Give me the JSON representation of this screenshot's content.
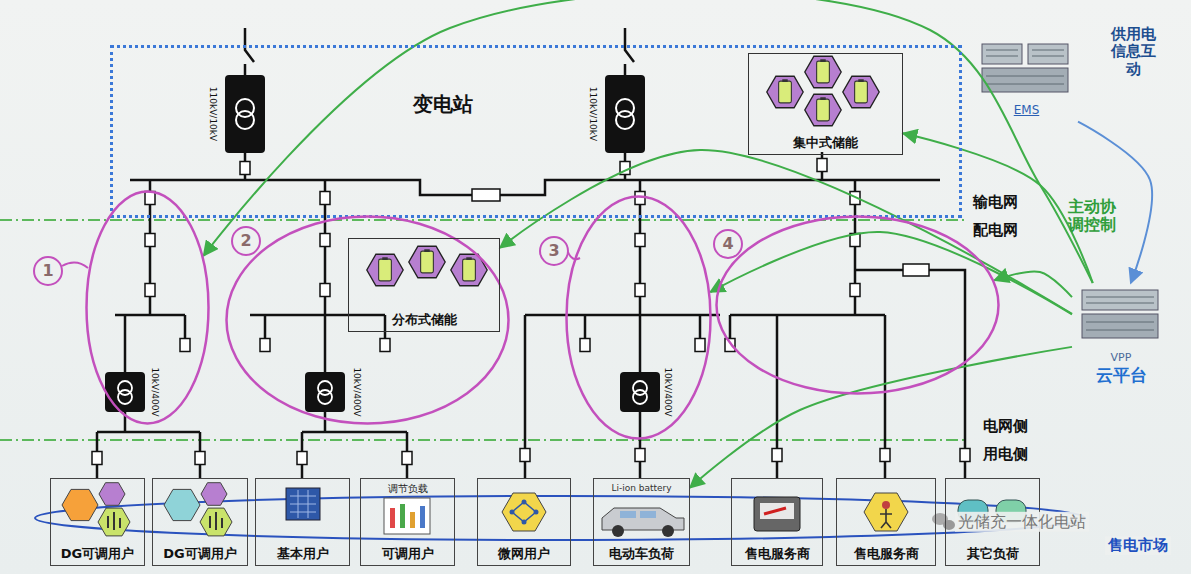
{
  "diagram": {
    "nodes": [
      {
        "text": [
          "变电站"
        ]
      },
      {
        "text": [
          "集中式储能"
        ],
        "in": 0
      },
      {
        "text": [
          "EMS"
        ]
      },
      {
        "text": [
          "1"
        ]
      },
      {
        "text": [
          "2"
        ]
      },
      {
        "text": [
          "分布式储能"
        ]
      },
      {
        "text": [
          "3"
        ]
      },
      {
        "text": [
          "4"
        ]
      },
      {
        "text": [
          "VPP",
          "云平台"
        ]
      },
      {
        "text": [
          "DG可调用户"
        ]
      },
      {
        "text": [
          "DG可调用户"
        ]
      },
      {
        "text": [
          "基本用户"
        ]
      },
      {
        "text": [
          "调节负载",
          "可调用户"
        ]
      },
      {
        "text": [
          "微网用户"
        ]
      },
      {
        "text": [
          "Li-ion battery",
          "电动车负荷"
        ]
      },
      {
        "text": [
          "售电服务商"
        ]
      },
      {
        "text": [
          "售电服务商"
        ]
      },
      {
        "text": [
          "其它负荷"
        ]
      }
    ],
    "edges": [
      {
        "from": 8,
        "to": 3,
        "arrow": "to"
      },
      {
        "from": 8,
        "to": 5,
        "arrow": "to"
      },
      {
        "from": 8,
        "to": 6,
        "arrow": "to"
      },
      {
        "from": 8,
        "to": 7,
        "arrow": "to"
      },
      {
        "from": 8,
        "to": 14,
        "arrow": "to"
      },
      {
        "from": 8,
        "to": 1,
        "arrow": "to"
      },
      {
        "from": 2,
        "to": 8,
        "arrow": "to"
      }
    ],
    "labels": [
      "110kV/10kV",
      "110kV/10kV",
      "10kV/400V",
      "10kV/400V",
      "10kV/400V",
      "输电网",
      "配电网",
      "主动协调控制",
      "供用电信息互动",
      "电网侧",
      "用电侧",
      "售电市场",
      "光储充一体化电站"
    ]
  }
}
